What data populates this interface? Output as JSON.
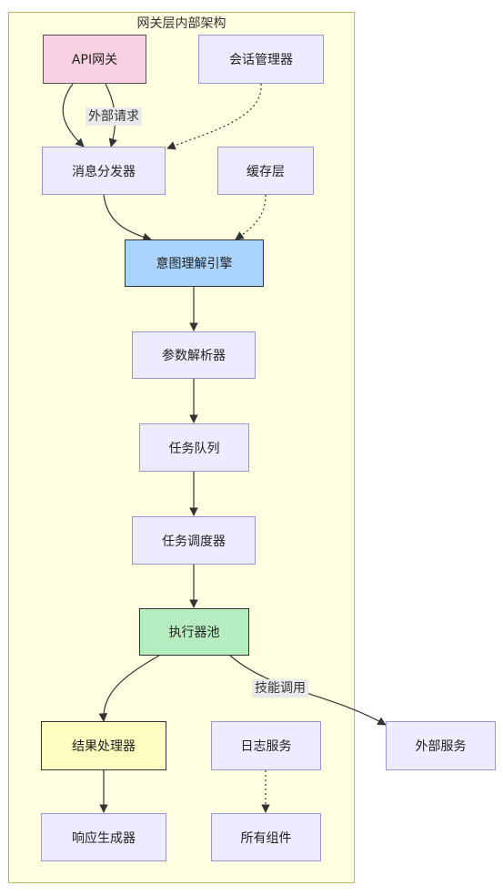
{
  "cluster": {
    "title": "网关层内部架构"
  },
  "nodes": {
    "api_gateway": "API网关",
    "session_manager": "会话管理器",
    "message_dispatcher": "消息分发器",
    "cache_layer": "缓存层",
    "intent_engine": "意图理解引擎",
    "param_parser": "参数解析器",
    "task_queue": "任务队列",
    "task_scheduler": "任务调度器",
    "executor_pool": "执行器池",
    "result_processor": "结果处理器",
    "log_service": "日志服务",
    "response_generator": "响应生成器",
    "all_components": "所有组件",
    "external_service": "外部服务"
  },
  "edge_labels": {
    "external_request": "外部请求",
    "skill_call": "技能调用"
  },
  "colors": {
    "default_node": "#ececfe",
    "api_gateway": "#f7d0e1",
    "intent_engine": "#aad3fc",
    "executor_pool": "#b5edbe",
    "result_processor": "#fdfdbf",
    "cluster": "#fffee0"
  }
}
